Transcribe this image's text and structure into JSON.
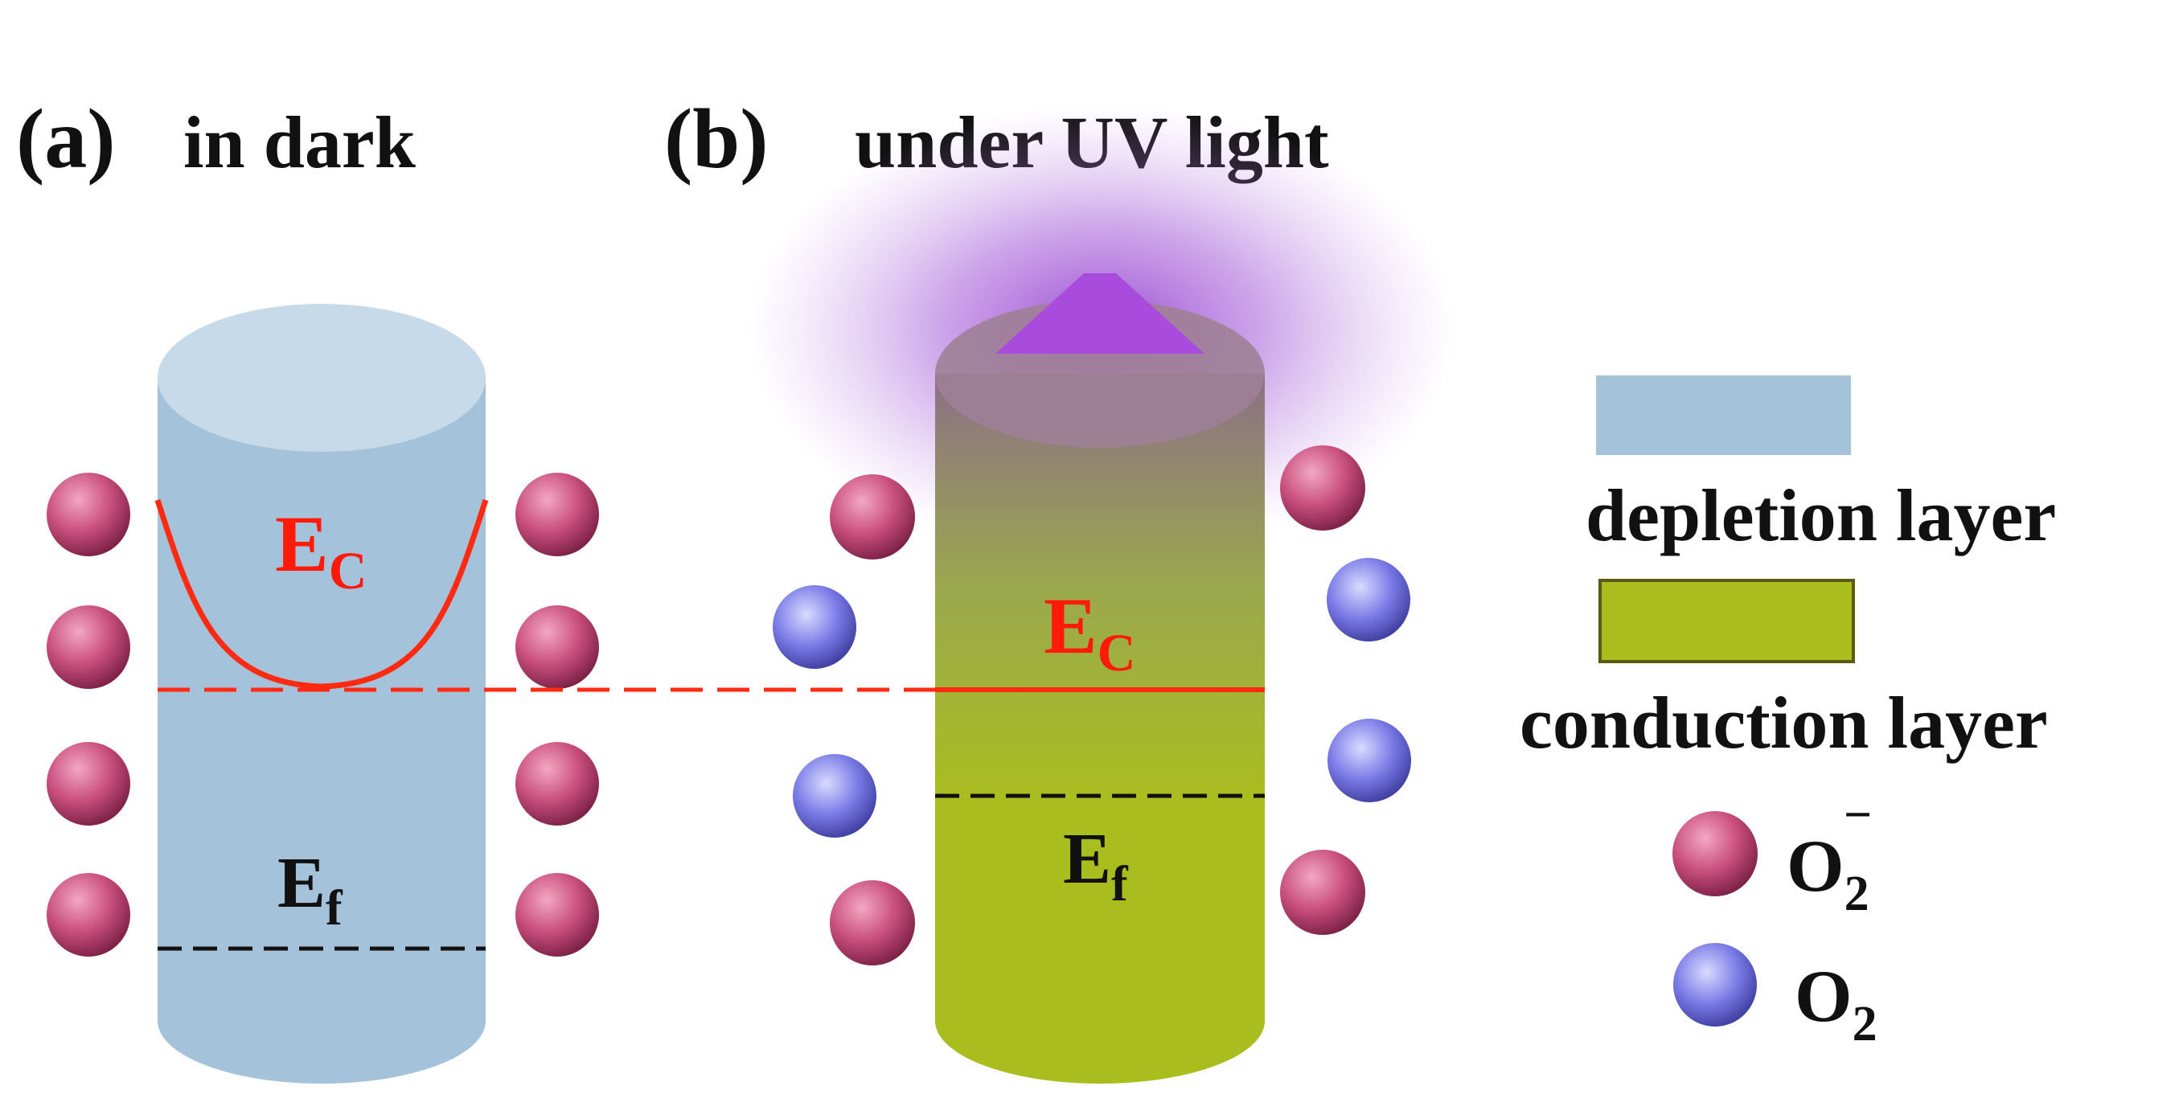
{
  "panel_a": {
    "label": "(a)",
    "title": "in dark",
    "ec_main": "E",
    "ec_sub": "C",
    "ef_main": "E",
    "ef_sub": "f"
  },
  "panel_b": {
    "label": "(b)",
    "title": "under UV light",
    "ec_main": "E",
    "ec_sub": "C",
    "ef_main": "E",
    "ef_sub": "f"
  },
  "legend": {
    "depletion_label": "depletion layer",
    "conduction_label": "conduction layer",
    "o2_minus_main": "O",
    "o2_minus_sub": "2",
    "o2_minus_sup": "−",
    "o2_main": "O",
    "o2_sub": "2"
  },
  "colors": {
    "depletion": "#a4c2da",
    "conduction": "#a9be1e",
    "ec_line": "#ff2a10",
    "ef_line": "#111111",
    "o2_minus": "#c94f7c",
    "o2": "#7a7ae6",
    "uv": "#a23fd6"
  }
}
